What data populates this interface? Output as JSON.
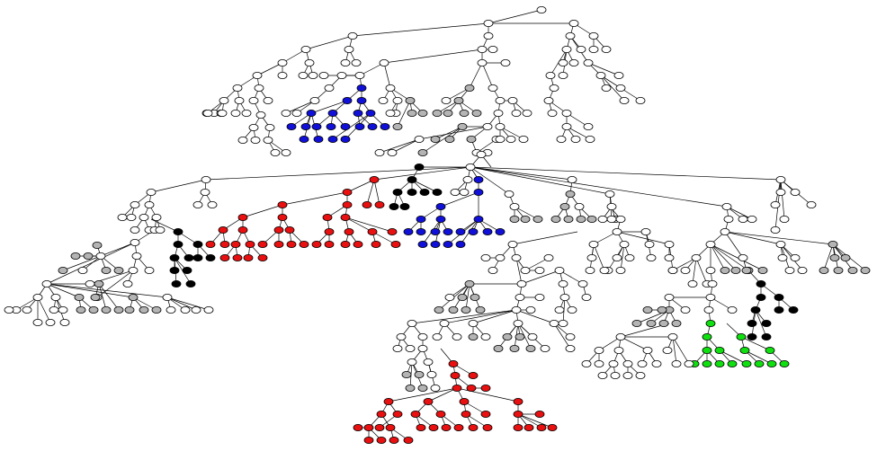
{
  "diagram": {
    "type": "tree",
    "colors": {
      "white": "#ffffff",
      "gray": "#b4b4b4",
      "blue": "#1010d8",
      "red": "#e81010",
      "black": "#000000",
      "green": "#10e010",
      "outline": "#000000"
    },
    "nodes": {
      "white": 214,
      "gray": 104,
      "blue": 49,
      "red": 65,
      "black": 29,
      "green": 18
    }
  }
}
